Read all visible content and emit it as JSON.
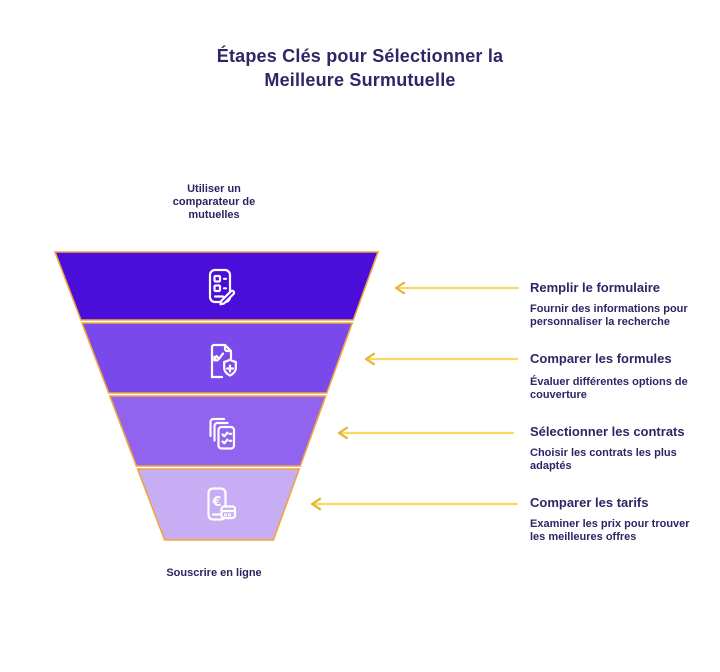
{
  "title": {
    "line1": "Étapes Clés pour Sélectionner la",
    "line2": "Meilleure Surmutuelle"
  },
  "funnel": {
    "top_label": "Utiliser un comparateur de mutuelles",
    "bottom_label": "Souscrire en ligne",
    "euro_char": "€",
    "segments": [
      {
        "icon": "form-pencil-icon",
        "color": "#4B0EDA"
      },
      {
        "icon": "document-shield-plus-icon",
        "color": "#7A48EB"
      },
      {
        "icon": "stacked-checklist-icon",
        "color": "#9263EF"
      },
      {
        "icon": "phone-euro-payment-icon",
        "color": "#C7ADF3"
      }
    ]
  },
  "steps": [
    {
      "heading": "Remplir le formulaire",
      "description": "Fournir des informations pour personnaliser la recherche"
    },
    {
      "heading": "Comparer les formules",
      "description": "Évaluer différentes options de couverture"
    },
    {
      "heading": "Sélectionner les contrats",
      "description": "Choisir les contrats les plus adaptés"
    },
    {
      "heading": "Comparer les tarifs",
      "description": "Examiner les prix pour trouver les meilleures offres"
    }
  ],
  "colors": {
    "title_text": "#322566",
    "heading_text": "#2F2566",
    "body_text": "#2F2566",
    "funnel_outline": "#EFA63C",
    "arrow_shaft": "#FBD95E",
    "arrow_head": "#E2B437",
    "icon_stroke": "#FFFFFF",
    "background": "#FFFFFF"
  }
}
